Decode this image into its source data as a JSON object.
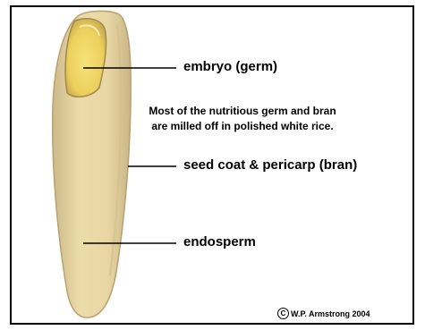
{
  "labels": {
    "embryo": "embryo (germ)",
    "bran": "seed coat & pericarp (bran)",
    "endosperm": "endosperm"
  },
  "note": {
    "line1": "Most of the nutritious germ and bran",
    "line2": "are milled off in polished white rice."
  },
  "credit": {
    "symbol": "C",
    "text": "W.P. Armstrong 2004"
  },
  "colors": {
    "grain": "#e9d7a2",
    "embryo": "#ecd36a",
    "ink": "#000000"
  }
}
